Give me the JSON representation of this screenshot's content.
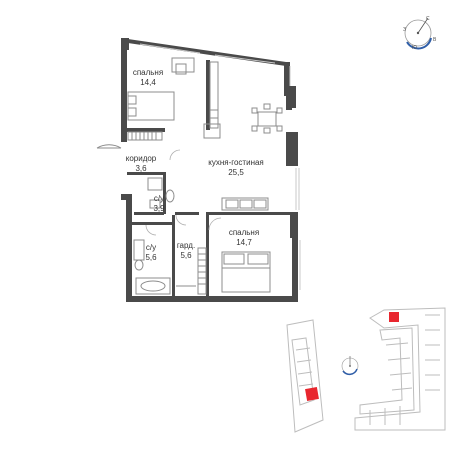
{
  "rooms": [
    {
      "name": "спальня",
      "area": "14,4"
    },
    {
      "name": "коридор",
      "area": "3,6"
    },
    {
      "name": "кухня-гостиная",
      "area": "25,5"
    },
    {
      "name": "с/у",
      "area": "3,9"
    },
    {
      "name": "с/у",
      "area": "5,6"
    },
    {
      "name": "гард.",
      "area": "5,6"
    },
    {
      "name": "спальня",
      "area": "14,7"
    }
  ],
  "compass": {
    "north_letter": "С"
  },
  "colors": {
    "wall": "#4a4a4a",
    "furniture": "#8c8c8c",
    "thin_line": "#c8c8c8",
    "compass_accent": "#2f5ea8",
    "highlight": "#e8262e",
    "site_plan": "#bdbdbd"
  }
}
